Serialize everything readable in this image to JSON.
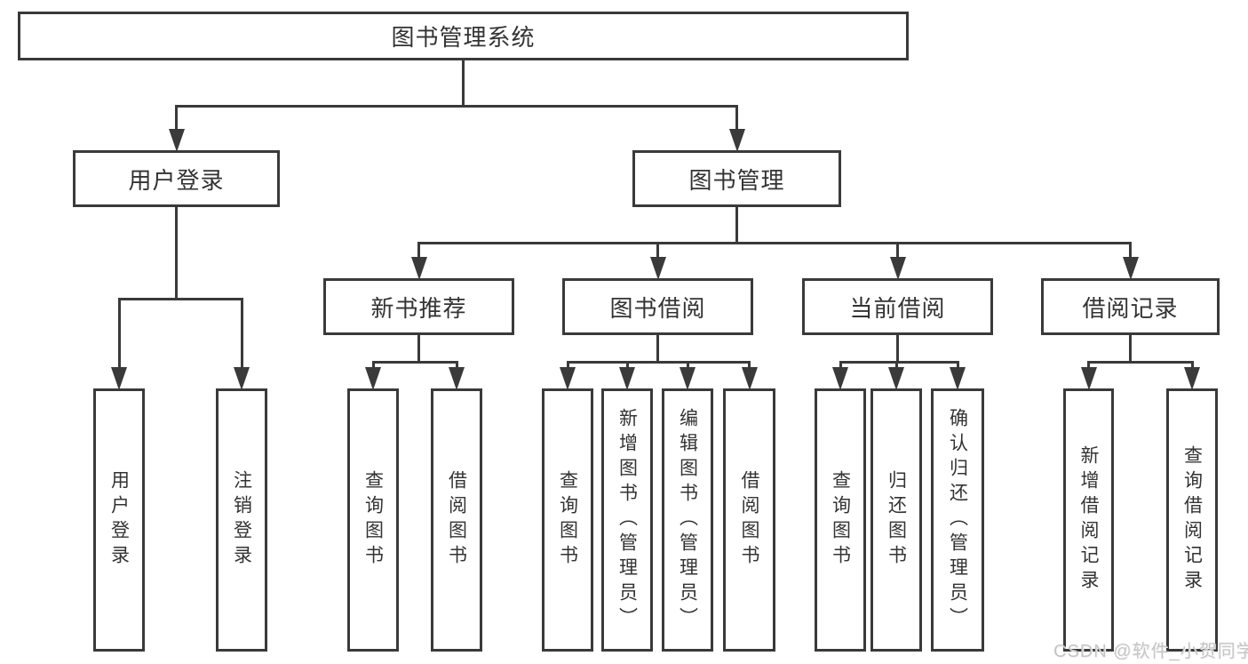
{
  "watermark": "CSDN @软件_小贺同学",
  "colors": {
    "line": "#3a3a3a",
    "text": "#333333",
    "box_background": "#ffffff",
    "watermark_text": "#c6c6c6"
  },
  "tree": {
    "id": "root",
    "label": "图书管理系统",
    "children": [
      {
        "id": "user-login",
        "label": "用户登录",
        "children": [
          {
            "id": "leaf-user-login",
            "label": "用户登录"
          },
          {
            "id": "leaf-logout",
            "label": "注销登录"
          }
        ]
      },
      {
        "id": "book-management",
        "label": "图书管理",
        "children": [
          {
            "id": "new-book-recommend",
            "label": "新书推荐",
            "children": [
              {
                "id": "leaf-query-book-1",
                "label": "查询图书"
              },
              {
                "id": "leaf-borrow-book-1",
                "label": "借阅图书"
              }
            ]
          },
          {
            "id": "book-borrowing",
            "label": "图书借阅",
            "children": [
              {
                "id": "leaf-query-book-2",
                "label": "查询图书"
              },
              {
                "id": "leaf-add-book",
                "label": "新增图书（管理员）"
              },
              {
                "id": "leaf-edit-book",
                "label": "编辑图书（管理员）"
              },
              {
                "id": "leaf-borrow-book-2",
                "label": "借阅图书"
              }
            ]
          },
          {
            "id": "current-borrowing",
            "label": "当前借阅",
            "children": [
              {
                "id": "leaf-query-book-3",
                "label": "查询图书"
              },
              {
                "id": "leaf-return-book",
                "label": "归还图书"
              },
              {
                "id": "leaf-confirm-return",
                "label": "确认归还（管理员）"
              }
            ]
          },
          {
            "id": "borrow-records",
            "label": "借阅记录",
            "children": [
              {
                "id": "leaf-add-borrow-record",
                "label": "新增借阅记录"
              },
              {
                "id": "leaf-query-borrow-record",
                "label": "查询借阅记录"
              }
            ]
          }
        ]
      }
    ]
  }
}
